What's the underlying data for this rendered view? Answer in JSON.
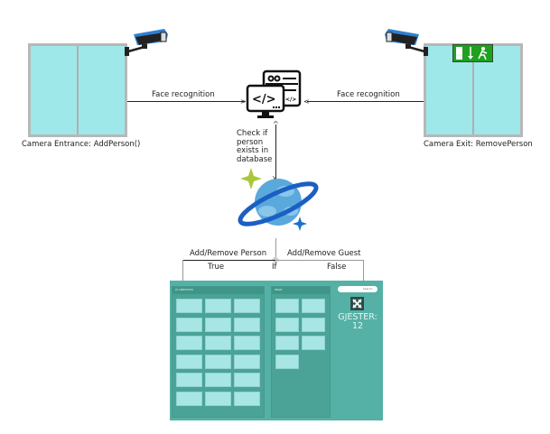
{
  "entrance": {
    "caption": "Camera Entrance: AddPerson()",
    "arrow_label": "Face recognition",
    "camera_icon": "cctv-camera-icon"
  },
  "exit": {
    "caption": "Camera Exit: RemovePerson",
    "arrow_label": "Face recognition",
    "camera_icon": "cctv-camera-icon",
    "sign_icon": "emergency-exit-sign-icon"
  },
  "server": {
    "icon": "code-computer-icon",
    "check_label": "Check if person exists in database"
  },
  "database": {
    "icon": "cosmos-db-planet-icon"
  },
  "branch": {
    "if_label": "If",
    "left_action": "Add/Remove Person",
    "left_condition": "True",
    "right_action": "Add/Remove Guest",
    "right_condition": "False"
  },
  "dashboard": {
    "panel_left_title": "PÅ ARBEIDSTED",
    "panel_mid_title": "BESØK",
    "search_placeholder": "Search...",
    "logo_icon": "shuffle-logo-icon",
    "guests_label": "GJESTER:",
    "guests_count": "12",
    "left_tile_count": 18,
    "mid_tile_count": 7
  },
  "colors": {
    "door_glass": "#9ee8e9",
    "dashboard_bg": "#55b1a6",
    "tile": "#a8e6e6",
    "camera_blue": "#2f7fd1",
    "exit_green": "#1fa01f",
    "planet_blue": "#5aa9dc",
    "ring_blue": "#1c5fc2",
    "sparkle_green": "#a8c83a"
  }
}
